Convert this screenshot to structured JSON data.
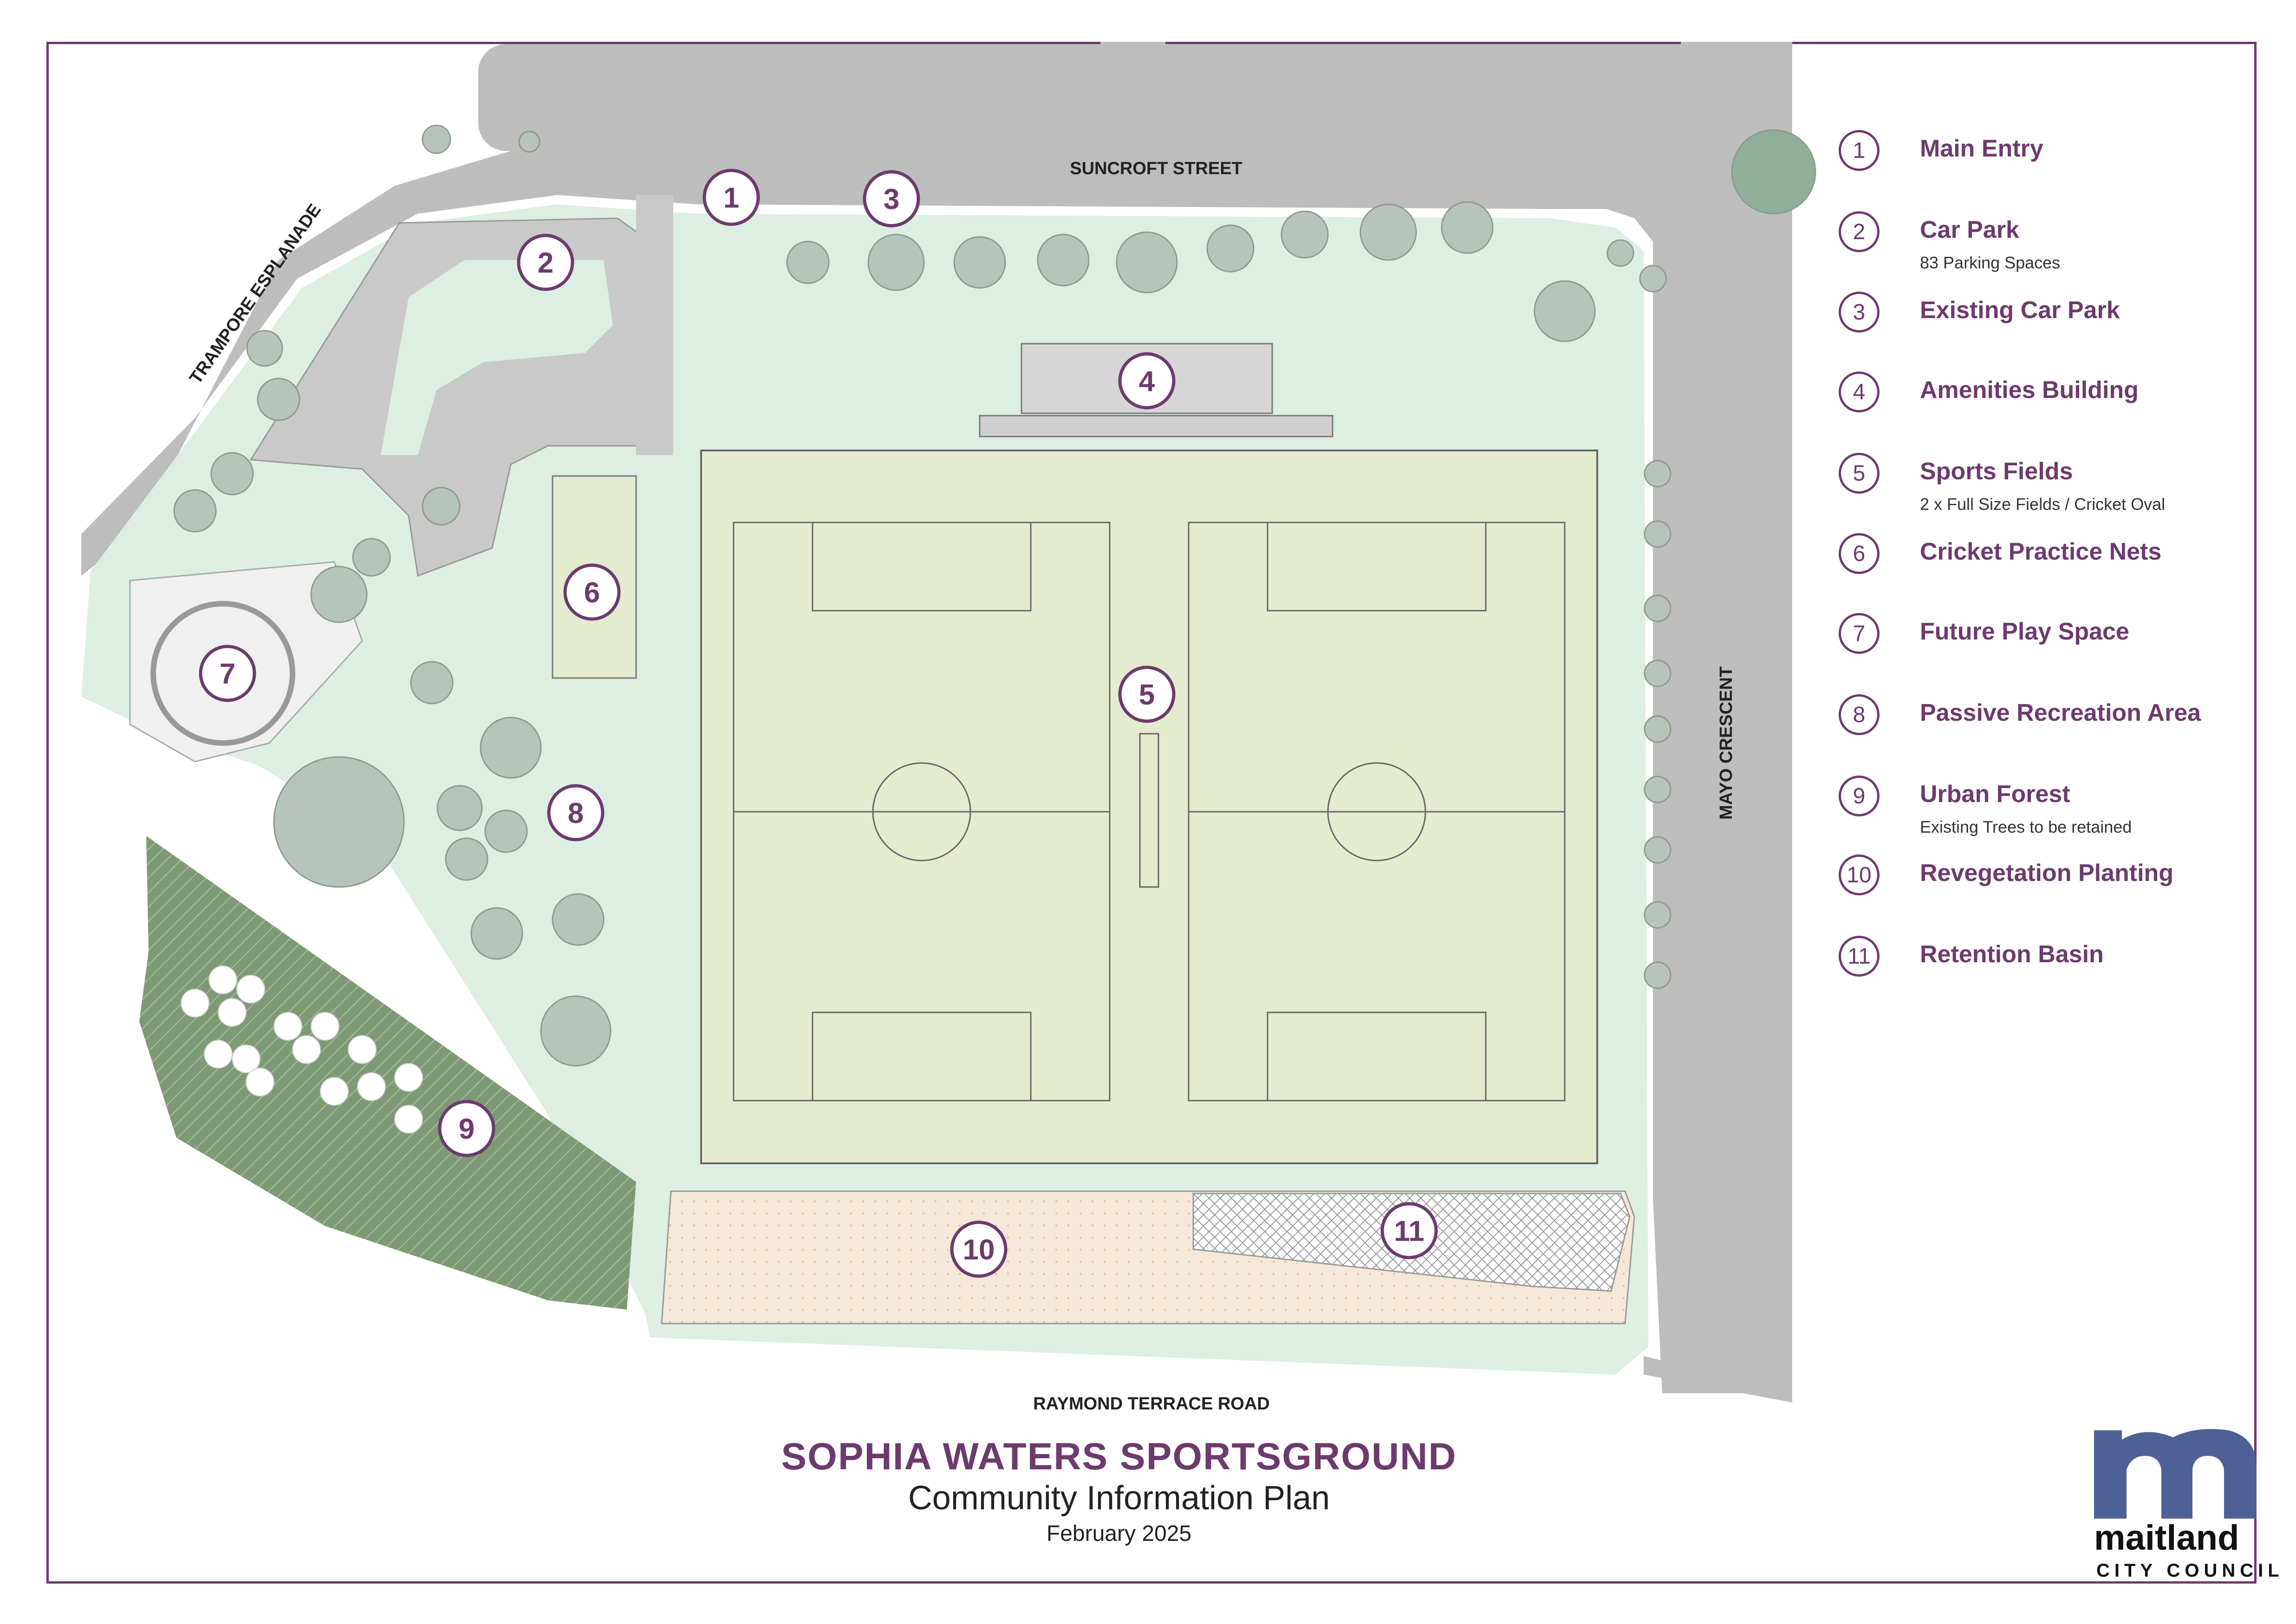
{
  "streets": {
    "north": "SUNCROFT STREET",
    "west": "TRAMPORE ESPLANADE",
    "east": "MAYO CRESCENT",
    "south": "RAYMOND TERRACE ROAD"
  },
  "legend": [
    {
      "num": "1",
      "label": "Main Entry",
      "note": ""
    },
    {
      "num": "2",
      "label": "Car Park",
      "note": "83 Parking Spaces"
    },
    {
      "num": "3",
      "label": "Existing Car Park",
      "note": ""
    },
    {
      "num": "4",
      "label": "Amenities Building",
      "note": ""
    },
    {
      "num": "5",
      "label": "Sports Fields",
      "note": "2 x Full Size Fields / Cricket Oval"
    },
    {
      "num": "6",
      "label": "Cricket Practice Nets",
      "note": ""
    },
    {
      "num": "7",
      "label": "Future Play Space",
      "note": ""
    },
    {
      "num": "8",
      "label": "Passive Recreation Area",
      "note": ""
    },
    {
      "num": "9",
      "label": "Urban Forest",
      "note": "Existing Trees to be retained"
    },
    {
      "num": "10",
      "label": "Revegetation Planting",
      "note": ""
    },
    {
      "num": "11",
      "label": "Retention Basin",
      "note": ""
    }
  ],
  "markers": [
    "1",
    "2",
    "3",
    "4",
    "5",
    "6",
    "7",
    "8",
    "9",
    "10",
    "11"
  ],
  "title": {
    "main": "SOPHIA WATERS SPORTSGROUND",
    "sub": "Community Information Plan",
    "date": "February 2025"
  },
  "logo": {
    "word": "maitland",
    "sub": "CITY COUNCIL"
  },
  "colors": {
    "accent": "#6d3a6e",
    "road": "#bdbdbd",
    "grass": "#dcefe2",
    "field": "#e4ebcf",
    "forest": "#7d9a75",
    "tree": "#b7c4bb",
    "reveg": "#f4e4d3",
    "logo": "#4e6196"
  }
}
